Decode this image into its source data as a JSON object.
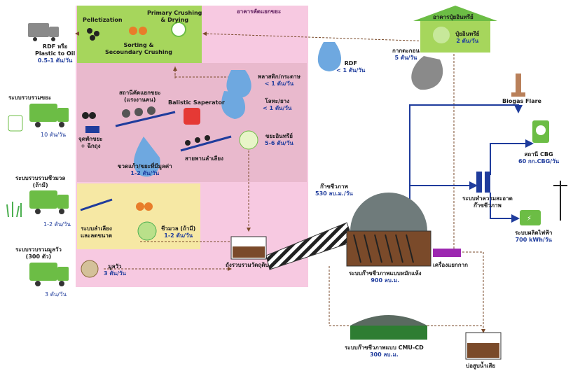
{
  "building_label": "อาคารคัดแยกขยะ",
  "pelletization": "Pelletization",
  "primary_crushing": [
    "Primary Crushing",
    "& Drying"
  ],
  "sorting": [
    "Sorting &",
    "Secoundary Crushing"
  ],
  "rdf_output": {
    "title": [
      "RDF หรือ",
      "Plastic to Oil"
    ],
    "rate": "0.5-1 ตัน/วัน"
  },
  "waste_collection": {
    "title": "ระบบรวบรวมขยะ",
    "rate": "10 ตัน/วัน"
  },
  "bin_station": [
    "จุดพักขยะ",
    "+ ฉีกถุง"
  ],
  "manual_sort": [
    "สถานีคัดแยกขยะ",
    "(แรงงานคน)"
  ],
  "ballistic": "Balistic Saperator",
  "plastic_paper": {
    "title": "พลาสติก/กระดาษ",
    "rate": "< 1 ตัน/วัน"
  },
  "metal_rubber": {
    "title": "โลหะ/ยาง",
    "rate": "< 1 ตัน/วัน"
  },
  "organic_waste": {
    "title": "ขยะอินทรีย์",
    "rate": "5-6 ตัน/วัน"
  },
  "glass_bottles": {
    "title": "ขวดแก้ว/ขยะที่มีมูลค่า",
    "rate": "1-2 ตัน/วัน"
  },
  "conveyor": "สายพานลำเลียง",
  "biomass_collection": {
    "title": [
      "ระบบรวบรวมชีวมวล",
      "(ถ้ามี)"
    ],
    "rate": "1-2 ตัน/วัน"
  },
  "biomass_feed": [
    "ระบบลำเลียง",
    "และลดขนาด"
  ],
  "biomass_product": [
    "ชีวมวล (ถ้ามี)",
    "1-2 ตัน/วัน"
  ],
  "manure_collection": {
    "title": [
      "ระบบรวบรวมมูลวัว",
      "(300 ตัว)"
    ],
    "rate": "3 ตัน/วัน"
  },
  "manure_product": [
    "มูลวัว",
    "3 ตัน/วัน"
  ],
  "mixing_tank": "ถังรวบรวมวัตถุดิบ",
  "rdf_drop": {
    "title": "RDF",
    "rate": "< 1 ตัน/วัน"
  },
  "digestate": {
    "title": "กากตะกอน",
    "rate": "5 ตัน/วัน"
  },
  "compost_building": {
    "title": "อาคารปุ๋ยอินทรีย์",
    "product": "ปุ๋ยอินทรีย์",
    "rate": "2 ตัน/วัน"
  },
  "biogas_flare": "Biogas Flare",
  "cbg_station": {
    "title": "สถานี CBG",
    "rate": "60 กก.CBG/วัน"
  },
  "gas_cleaning": [
    "ระบบทำความสะอาด",
    "ก๊าซชีวภาพ"
  ],
  "power_system": {
    "title": "ระบบผลิตไฟฟ้า",
    "rate": "700 kWh/วัน"
  },
  "biogas_dome": {
    "title": "ก๊าซชีวภาพ",
    "rate": "530 ลบ.ม./วัน"
  },
  "dry_digester": {
    "title": "ระบบก๊าซชีวภาพแบบหมักแห้ง",
    "rate": "900 ลบ.ม."
  },
  "separator": "เครื่องแยกกาก",
  "cmu_cd": {
    "title": "ระบบก๊าซชีวภาพแบบ CMU-CD",
    "rate": "300 ลบ.ม."
  },
  "wastewater_pond": "บ่อสูบน้ำเสีย",
  "colors": {
    "pink": "#f7c9e1",
    "green_zone": "#a6d65c",
    "yellow_zone": "#f6e8a4",
    "truck": "#6cbd45",
    "navy": "#1f3c9c",
    "purple": "#9c27b0"
  }
}
